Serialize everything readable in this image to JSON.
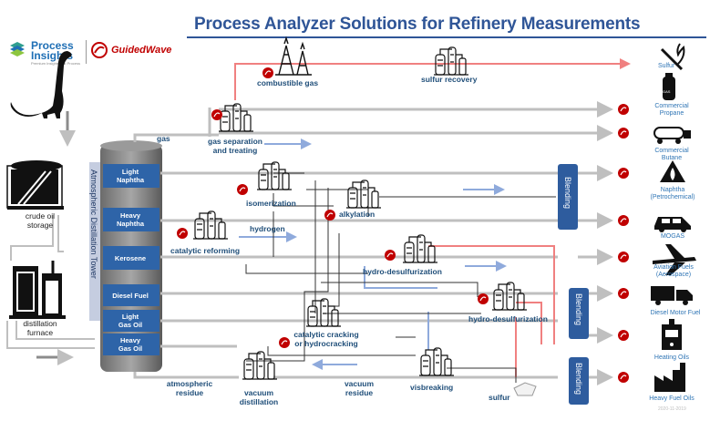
{
  "header": {
    "title": "Process Analyzer Solutions for Refinery Measurements"
  },
  "logos": {
    "process_insights_line1": "Process",
    "process_insights_line2": "Insights",
    "process_insights_tagline": "Premium Insights into Process",
    "guided_wave": "GuidedWave"
  },
  "source": {
    "crude_oil_storage_line1": "crude oil",
    "crude_oil_storage_line2": "storage",
    "distillation_furnace_line1": "distillation",
    "distillation_furnace_line2": "furnace"
  },
  "tower": {
    "caption": "Atmospheric Distillation Tower",
    "cuts": [
      {
        "line1": "Light",
        "line2": "Naphtha"
      },
      {
        "line1": "Heavy",
        "line2": "Naphtha"
      },
      {
        "line1": "Kerosene",
        "line2": ""
      },
      {
        "line1": "Diesel Fuel",
        "line2": ""
      },
      {
        "line1": "Light",
        "line2": "Gas Oil"
      },
      {
        "line1": "Heavy",
        "line2": "Gas Oil"
      }
    ]
  },
  "units": {
    "combustible_gas": "combustible gas",
    "sulfur_recovery": "sulfur recovery",
    "gas": "gas",
    "gas_separation_line1": "gas separation",
    "gas_separation_line2": "and treating",
    "isomerization": "isomerization",
    "alkylation": "alkylation",
    "catalytic_reforming": "catalytic reforming",
    "hydrogen": "hydrogen",
    "hydro_desulfurization_1": "hydro-desulfurization",
    "hydro_desulfurization_2": "hydro-desulfurization",
    "catalytic_cracking_line1": "catalytic cracking",
    "catalytic_cracking_line2": "or hydrocracking",
    "atmospheric_residue_line1": "atmospheric",
    "atmospheric_residue_line2": "residue",
    "vacuum_distillation_line1": "vacuum",
    "vacuum_distillation_line2": "distillation",
    "vacuum_residue_line1": "vacuum",
    "vacuum_residue_line2": "residue",
    "visbreaking": "visbreaking",
    "sulfur": "sulfur"
  },
  "blending": {
    "top": "Blending",
    "middle": "Blending",
    "bottom": "Blending"
  },
  "products": {
    "sulfur": "Sulfur",
    "commercial_propane_line1": "Commercial",
    "commercial_propane_line2": "Propane",
    "commercial_butane_line1": "Commercial",
    "commercial_butane_line2": "Butane",
    "gas_icon_label": "GAS",
    "naphtha_line1": "Naphtha",
    "naphtha_line2": "(Petrochemical)",
    "mogas": "MOGAS",
    "aviation_line1": "Aviation Fuels",
    "aviation_line2": "(Aerospace)",
    "diesel_motor_fuel": "Diesel Motor Fuel",
    "heating_oils": "Heating Oils",
    "heavy_fuel_oils": "Heavy Fuel Oils"
  },
  "footer": {
    "date": "2020-11-2019"
  },
  "colors": {
    "title_blue": "#2f5597",
    "label_blue": "#1f4e79",
    "product_blue": "#2f75b5",
    "blending_blue": "#2e5c9e",
    "tower_blue": "#2e64a8",
    "pipe_gray": "#bfbfbf",
    "arrow_blue": "#8faadc",
    "red_line": "#f08080",
    "analyzer_red": "#c00000"
  }
}
